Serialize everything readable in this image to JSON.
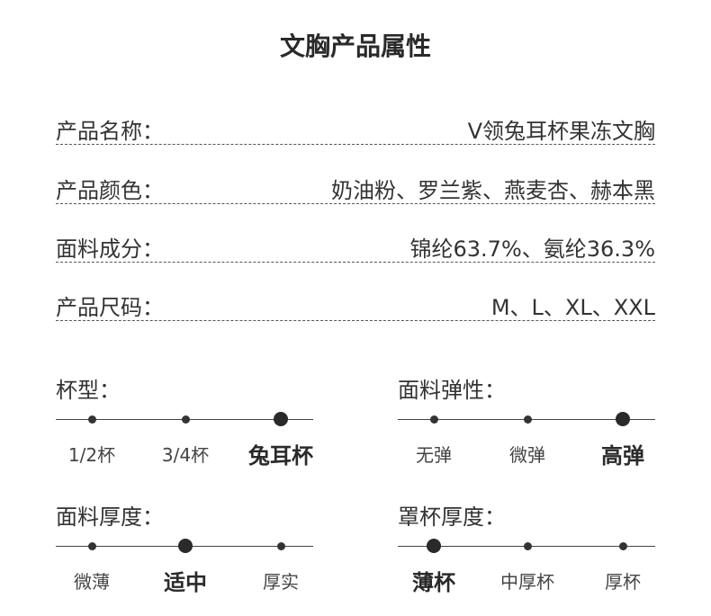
{
  "title": "文胸产品属性",
  "attributes": [
    {
      "label": "产品名称：",
      "value": "V领兔耳杯果冻文胸"
    },
    {
      "label": "产品颜色：",
      "value": "奶油粉、罗兰紫、燕麦杏、赫本黑"
    },
    {
      "label": "面料成分：",
      "value": "锦纶63.7%、氨纶36.3%"
    },
    {
      "label": "产品尺码：",
      "value": "M、L、XL、XXL"
    }
  ],
  "scales": [
    {
      "label": "杯型：",
      "options": [
        "1/2杯",
        "3/4杯",
        "兔耳杯"
      ],
      "selected": 2
    },
    {
      "label": "面料弹性：",
      "options": [
        "无弹",
        "微弹",
        "高弹"
      ],
      "selected": 2
    },
    {
      "label": "面料厚度：",
      "options": [
        "微薄",
        "适中",
        "厚实"
      ],
      "selected": 1
    },
    {
      "label": "罩杯厚度：",
      "options": [
        "薄杯",
        "中厚杯",
        "厚杯"
      ],
      "selected": 0
    }
  ]
}
